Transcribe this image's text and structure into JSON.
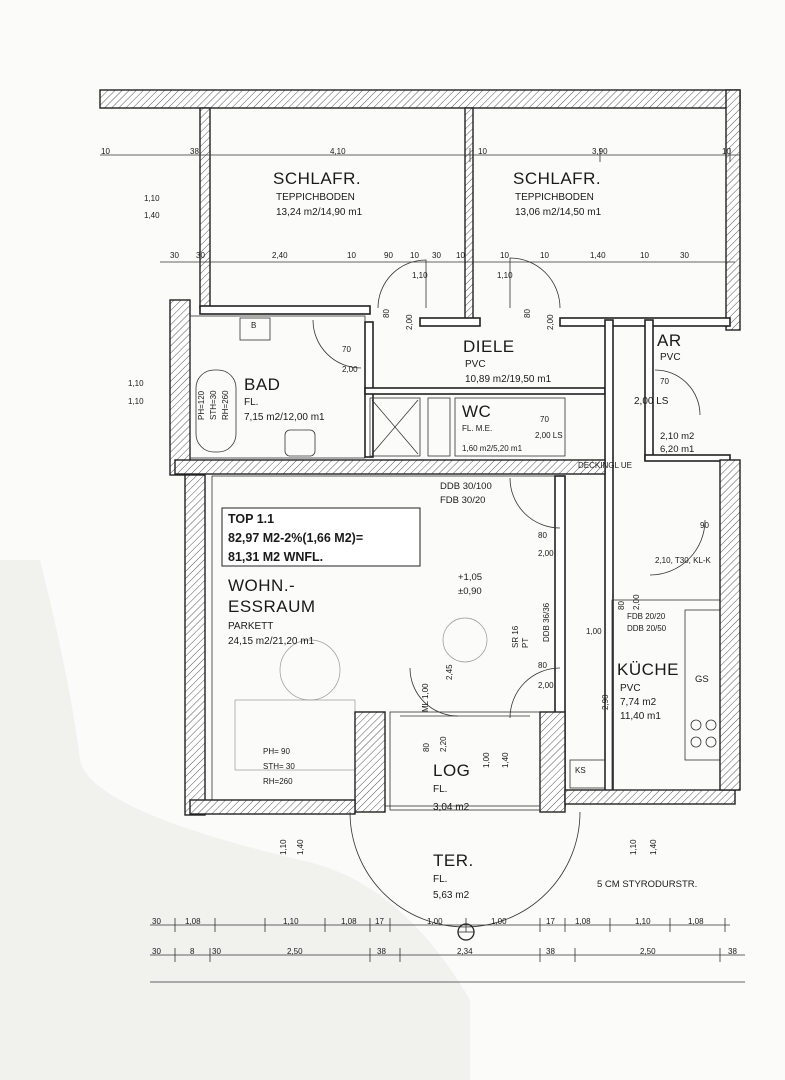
{
  "rooms": {
    "schlafr_left": {
      "name": "SCHLAFR.",
      "floor": "TEPPICHBODEN",
      "area": "13,24 m2/14,90 m1"
    },
    "schlafr_right": {
      "name": "SCHLAFR.",
      "floor": "TEPPICHBODEN",
      "area": "13,06 m2/14,50 m1"
    },
    "diele": {
      "name": "DIELE",
      "floor": "PVC",
      "area": "10,89 m2/19,50 m1"
    },
    "ar": {
      "name": "AR",
      "floor": "PVC",
      "area": "2,00 LS"
    },
    "bad": {
      "name": "BAD",
      "floor": "FL.",
      "area": "7,15 m2/12,00 m1"
    },
    "wc": {
      "name": "WC",
      "floor": "FL. M.E.",
      "area": "1,60 m2/5,20 m1"
    },
    "wohn": {
      "name_line1": "WOHN.-",
      "name_line2": "ESSRAUM",
      "floor": "PARKETT",
      "area": "24,15 m2/21,20 m1"
    },
    "kueche": {
      "name": "KÜCHE",
      "floor": "PVC",
      "area_m2": "7,74 m2",
      "area_m1": "11,40 m1"
    },
    "log": {
      "name": "LOG",
      "floor": "FL.",
      "area": "3,04 m2"
    },
    "ter": {
      "name": "TER.",
      "floor": "FL.",
      "area": "5,63 m2"
    }
  },
  "top_box": {
    "line1": "TOP 1.1",
    "line2": "82,97 M2-2%(1,66 M2)=",
    "line3": "81,31 M2 WNFL."
  },
  "annotations": {
    "room_heights_wohn": [
      "PH= 90",
      "STH= 30",
      "RH=260"
    ],
    "room_heights_bad": [
      "PH=120",
      "STH=30",
      "RH=260"
    ],
    "ddb_1": "DDB 30/100",
    "fdb_1": "FDB 30/20",
    "ddb_2": "DDB 36/36",
    "fdb_2": "FDB 20/20",
    "fdb_3": "DDB 20/50",
    "level_1": "+1,05",
    "level_2": "±0,90",
    "ar_extra_1": "2,10 m2",
    "ar_extra_2": "6,20 m1",
    "decking": "DECKINGL UE",
    "t30": "2,10, T30, KL-K",
    "ls_wc": "2,00 LS",
    "gs": "GS",
    "ks": "KS",
    "b_mark": "B",
    "styrodur": "5 CM STYRODURSTR.",
    "ml": "ML 1,00",
    "pt": "PT",
    "sr": "SR 16"
  },
  "dims": {
    "top_row": [
      "10",
      "38",
      "4,10",
      "10",
      "3,90",
      "10"
    ],
    "second_row": [
      "30",
      "30",
      "2,40",
      "10",
      "90",
      "10",
      "30",
      "10",
      "10",
      "10",
      "1,40",
      "10",
      "30"
    ],
    "door_labels": [
      "1,10",
      "1,10",
      "80",
      "2,00",
      "80",
      "2,00",
      "70",
      "2,00",
      "70",
      "2,00",
      "80",
      "2,00",
      "80",
      "2,00",
      "90",
      "80",
      "2,00",
      "70",
      "2,00 LS"
    ],
    "left_side": [
      "1,10",
      "1,40",
      "1,10",
      "1,10"
    ],
    "bottom_side_left": [
      "1,10",
      "1,40"
    ],
    "bottom_side_right": [
      "1,10",
      "1,40"
    ],
    "log_dims": [
      "80",
      "2,20",
      "1,00",
      "1,40",
      "2,45",
      "1,00"
    ],
    "kitchen_vert": [
      "2,90",
      "2,00",
      "80",
      "1,00"
    ],
    "bottom_row1": [
      "30",
      "1,08",
      "1,10",
      "1,08",
      "17",
      "1,00",
      "1,00",
      "17",
      "1,08",
      "1,10",
      "1,08"
    ],
    "bottom_row2": [
      "30",
      "8",
      "30",
      "2,50",
      "38",
      "2,34",
      "38",
      "2,50",
      "38"
    ]
  }
}
